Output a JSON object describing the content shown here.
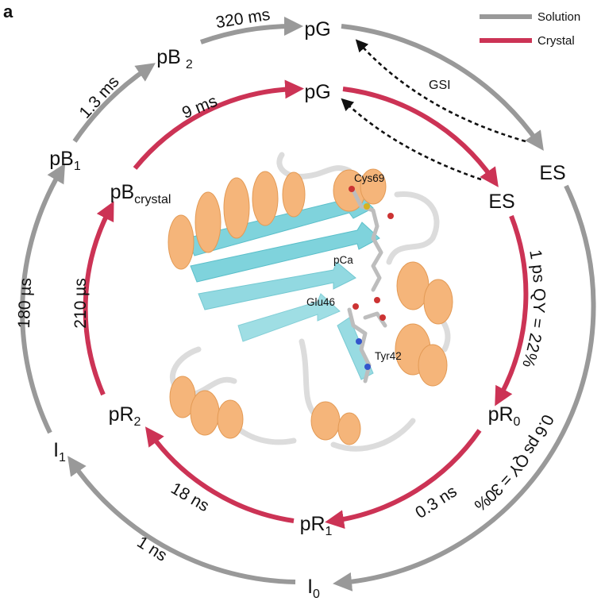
{
  "panel_label": "a",
  "legend": [
    {
      "label": "Solution",
      "color": "#999999"
    },
    {
      "label": "Crystal",
      "color": "#cc3355"
    }
  ],
  "outer_states": {
    "pG": {
      "main": "pG",
      "sub": ""
    },
    "ES": {
      "main": "ES",
      "sub": ""
    },
    "I0": {
      "main": "I",
      "sub": "0"
    },
    "I1": {
      "main": "I",
      "sub": "1"
    },
    "pB1": {
      "main": "pB",
      "sub": "1"
    },
    "pB2": {
      "main": "pB",
      "sub": "2"
    }
  },
  "inner_states": {
    "pG": {
      "main": "pG",
      "sub": ""
    },
    "ES": {
      "main": "ES",
      "sub": ""
    },
    "pR0": {
      "main": "pR",
      "sub": "0"
    },
    "pR1": {
      "main": "pR",
      "sub": "1"
    },
    "pR2": {
      "main": "pR",
      "sub": "2"
    },
    "pBc": {
      "main": "pB",
      "sub": "crystal"
    }
  },
  "outer_rates": {
    "pB2_pG": "320 ms",
    "pB1_pB2": "1.3 ms",
    "I1_pB1": "180 µs",
    "I0_I1": "1 ns",
    "ES_I0": "0.6 ps QY = 30%"
  },
  "inner_rates": {
    "pBc_pG": "9 ms",
    "pR2_pBc": "210 µs",
    "pR1_pR2": "18 ns",
    "pR0_pR1": "0.3 ns",
    "ES_pR0": "1 ps QY = 22%"
  },
  "gsi_label": "GSI",
  "residues": {
    "cys": "Cys69",
    "pca": "pCa",
    "glu": "Glu46",
    "tyr": "Tyr42"
  }
}
